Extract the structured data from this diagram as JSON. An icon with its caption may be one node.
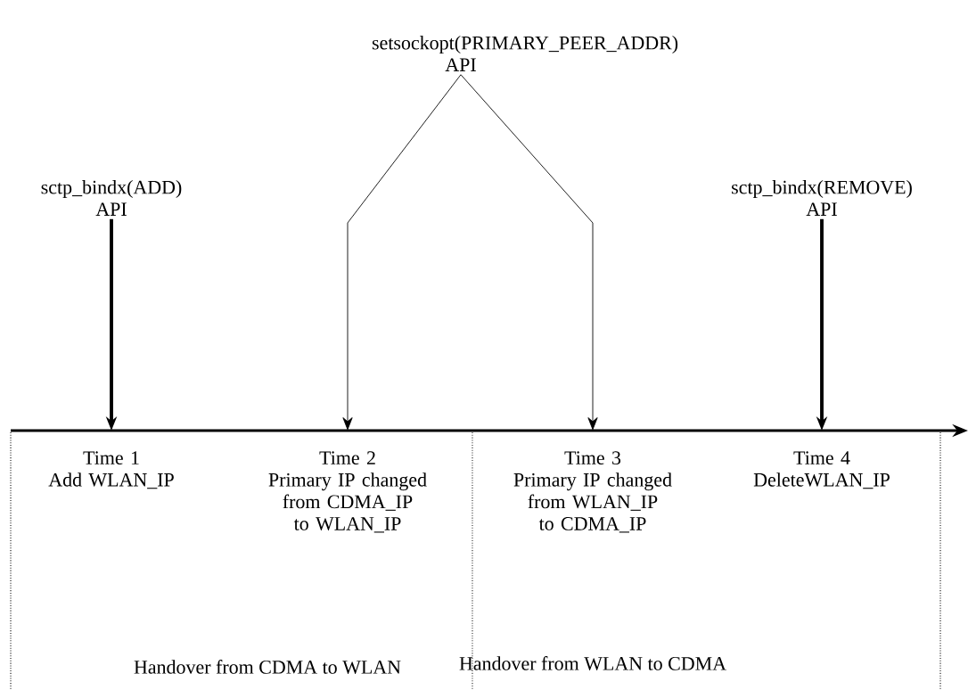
{
  "diagram": {
    "nodes": [
      {
        "text": [
          "sctp_bindx(ADD) API"
        ]
      },
      {
        "text": [
          "setsockopt(PRIMARY_PEER_ADDR) API"
        ]
      },
      {
        "text": [
          "sctp_bindx(REMOVE) API"
        ]
      },
      {
        "text": [
          "Time 1",
          "Add WLAN_IP"
        ]
      },
      {
        "text": [
          "Time 2",
          "Primary IP changed from CDMA_IP to WLAN_IP"
        ]
      },
      {
        "text": [
          "Time 3",
          "Primary IP changed from WLAN_IP to CDMA_IP"
        ]
      },
      {
        "text": [
          "Time 4",
          "DeleteWLAN_IP"
        ]
      }
    ],
    "edges": [
      {
        "from": 0,
        "to": 3,
        "arrow": "to",
        "style": "thick"
      },
      {
        "from": 1,
        "to": 4,
        "arrow": "to"
      },
      {
        "from": 1,
        "to": 5,
        "arrow": "to"
      },
      {
        "from": 2,
        "to": 6,
        "arrow": "to",
        "style": "thick"
      }
    ],
    "labels": [
      "Handover from CDMA to WLAN",
      "Handover from WLAN to CDMA"
    ]
  }
}
